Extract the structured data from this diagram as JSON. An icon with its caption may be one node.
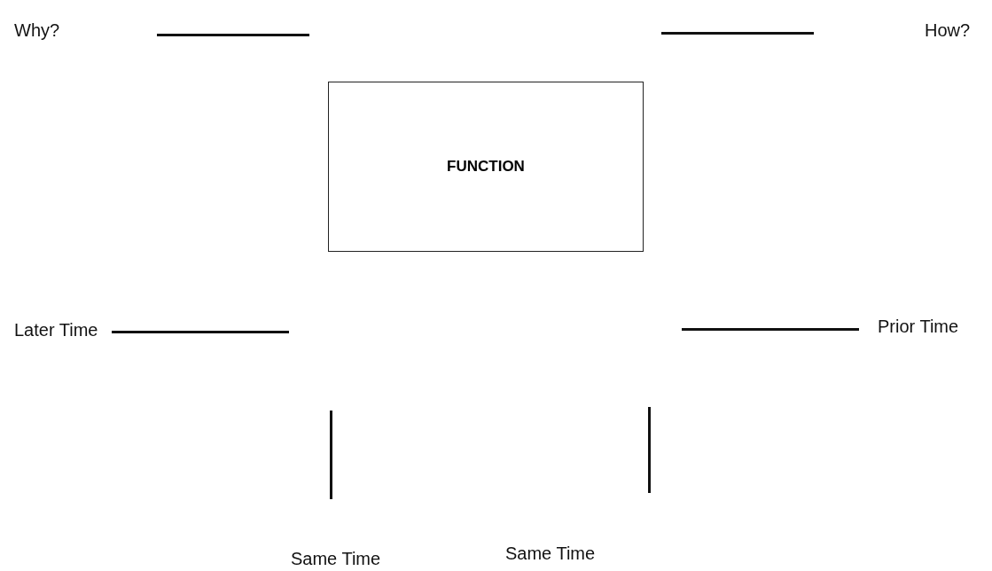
{
  "diagram": {
    "nodes": [
      {
        "text": [
          "FUNCTION"
        ]
      }
    ],
    "labels": [
      "Why?",
      "How?",
      "Later Time",
      "Prior Time",
      "Same Time",
      "Same Time"
    ]
  }
}
